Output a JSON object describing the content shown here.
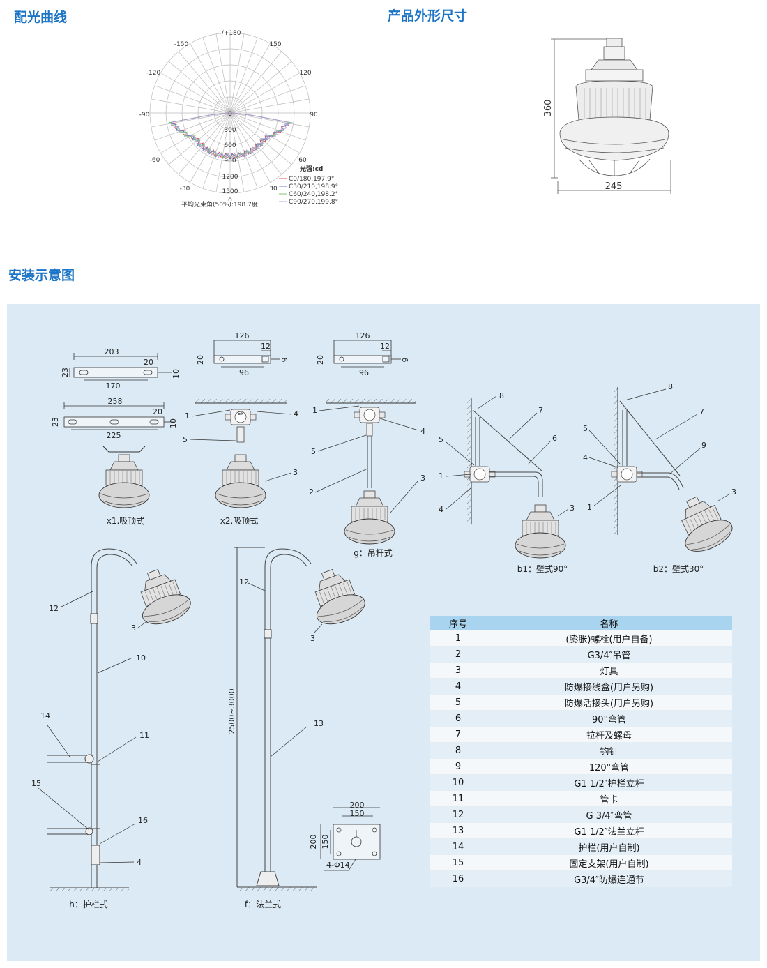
{
  "headings": {
    "light_curve": "配光曲线",
    "dimensions": "产品外形尺寸",
    "installation": "安装示意图"
  },
  "polar": {
    "angle_labels": [
      "-/+180",
      "-150",
      "150",
      "-120",
      "120",
      "-90",
      "90",
      "-60",
      "60",
      "-30",
      "30",
      "0"
    ],
    "radial_labels": [
      "0",
      "300",
      "600",
      "900",
      "1200",
      "1500"
    ],
    "legend_title": "光强:cd",
    "legend": [
      "C0/180,197.9°",
      "C30/210,198.9°",
      "C60/240,198.2°",
      "C90/270,199.8°"
    ],
    "legend_colors": [
      "#e05050",
      "#6a7bd8",
      "#7cc46a",
      "#b9a0d8"
    ],
    "footer": "平均光束角(50%):198.7度"
  },
  "dimensions": {
    "height": "360",
    "width": "245"
  },
  "brackets": {
    "b1": {
      "total": "203",
      "inner": "170",
      "side": "23",
      "small": "20",
      "edge": "10"
    },
    "b2": {
      "total": "258",
      "inner": "225",
      "side": "23",
      "small": "20",
      "edge": "10"
    },
    "b3": {
      "total": "126",
      "inner": "96",
      "side": "20",
      "small": "12",
      "edge": "9"
    },
    "b4": {
      "total": "126",
      "inner": "96",
      "side": "20",
      "small": "12",
      "edge": "9"
    }
  },
  "captions": {
    "x1": "x1.吸顶式",
    "x2": "x2.吸顶式",
    "g": "g：吊杆式",
    "b1": "b1：壁式90°",
    "b2": "b2：壁式30°",
    "h": "h：护栏式",
    "f": "f：法兰式"
  },
  "callouts": [
    "1",
    "2",
    "3",
    "4",
    "5",
    "6",
    "7",
    "8",
    "9",
    "10",
    "11",
    "12",
    "13",
    "14",
    "15",
    "16"
  ],
  "junction_label": "Ex",
  "flange": {
    "outer": "200",
    "inner": "150",
    "bolts": "4-Φ14",
    "height_range": "2500~3000"
  },
  "table": {
    "headers": [
      "序号",
      "名称"
    ],
    "rows": [
      [
        "1",
        "(膨胀)螺栓(用户自备)"
      ],
      [
        "2",
        "G3/4″吊管"
      ],
      [
        "3",
        "灯具"
      ],
      [
        "4",
        "防爆接线盒(用户另购)"
      ],
      [
        "5",
        "防爆活接头(用户另购)"
      ],
      [
        "6",
        "90°弯管"
      ],
      [
        "7",
        "拉杆及螺母"
      ],
      [
        "8",
        "钩钉"
      ],
      [
        "9",
        "120°弯管"
      ],
      [
        "10",
        "G1 1/2″护栏立杆"
      ],
      [
        "11",
        "管卡"
      ],
      [
        "12",
        "G 3/4″弯管"
      ],
      [
        "13",
        "G1 1/2″法兰立杆"
      ],
      [
        "14",
        "护栏(用户自制)"
      ],
      [
        "15",
        "固定支架(用户自制)"
      ],
      [
        "16",
        "G3/4″防爆连通节"
      ]
    ]
  }
}
